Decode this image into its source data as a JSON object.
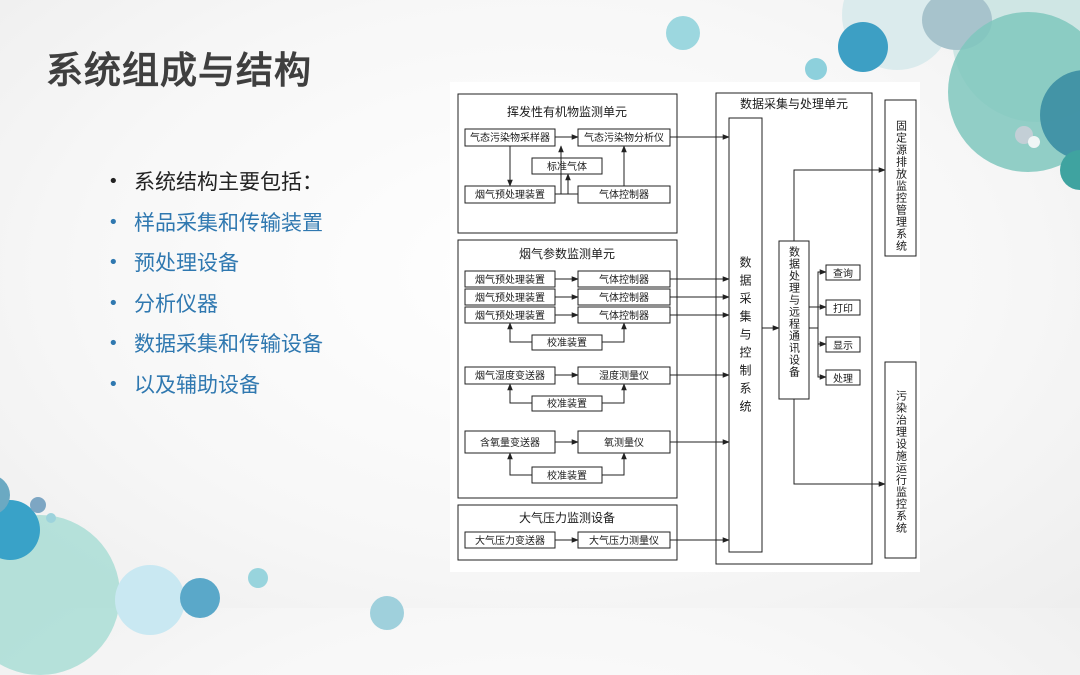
{
  "slide": {
    "title": "系统组成与结构",
    "bullets": [
      "系统结构主要包括：",
      "样品采集和传输装置",
      "预处理设备",
      "分析仪器",
      "数据采集和传输设备",
      "以及辅助设备"
    ]
  },
  "diagram": {
    "voc_unit": {
      "title": "挥发性有机物监测单元",
      "sampler": "气态污染物采样器",
      "analyzer": "气态污染物分析仪",
      "standard_gas": "标准气体",
      "flue_pretreat": "烟气预处理装置",
      "gas_controller": "气体控制器"
    },
    "flue_unit": {
      "title": "烟气参数监测单元",
      "pretreat_1": "烟气预处理装置",
      "pretreat_2": "烟气预处理装置",
      "pretreat_3": "烟气预处理装置",
      "controller_1": "气体控制器",
      "controller_2": "气体控制器",
      "controller_3": "气体控制器",
      "calib_1": "校准装置",
      "humidity_tx": "烟气湿度变送器",
      "humidity_meter": "湿度测量仪",
      "calib_2": "校准装置",
      "oxygen_tx": "含氧量变送器",
      "oxygen_meter": "氧测量仪",
      "calib_3": "校准装置"
    },
    "pressure_unit": {
      "title": "大气压力监测设备",
      "transmitter": "大气压力变送器",
      "meter": "大气压力测量仪"
    },
    "daq_unit": {
      "title": "数据采集与处理单元",
      "collector": "数据采集与控制系统",
      "comm": "数据处理与远程通讯设备",
      "outputs": [
        "查询",
        "打印",
        "显示",
        "处理"
      ]
    },
    "right": {
      "fixed_source": "固定源排放监控管理系统",
      "treatment": "污染治理设施运行监控系统"
    }
  }
}
